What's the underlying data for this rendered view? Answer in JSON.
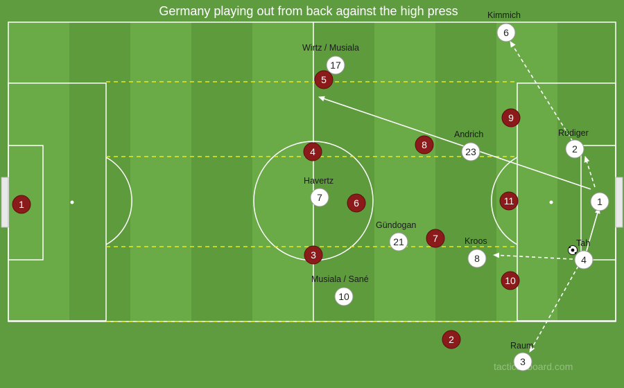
{
  "title": "Germany playing out from back against the high press",
  "watermark": "tactical-board.com",
  "colors": {
    "home": "#ffffff",
    "away": "#8b1a1a",
    "pitch_light": "#6aab45",
    "pitch_dark": "#5a9a3a",
    "zone_line": "#f0f020"
  },
  "home_players": [
    {
      "number": "1",
      "label": ""
    },
    {
      "number": "2",
      "label": "Rüdiger"
    },
    {
      "number": "3",
      "label": "Raum"
    },
    {
      "number": "4",
      "label": "Tah"
    },
    {
      "number": "6",
      "label": "Kimmich"
    },
    {
      "number": "8",
      "label": "Kroos"
    },
    {
      "number": "23",
      "label": "Andrich"
    },
    {
      "number": "21",
      "label": "Gündogan"
    },
    {
      "number": "7",
      "label": "Havertz"
    },
    {
      "number": "17",
      "label": "Wirtz / Musiala"
    },
    {
      "number": "10",
      "label": "Musiala / Sané"
    }
  ],
  "away_players": [
    {
      "number": "1"
    },
    {
      "number": "5"
    },
    {
      "number": "4"
    },
    {
      "number": "3"
    },
    {
      "number": "6"
    },
    {
      "number": "8"
    },
    {
      "number": "9"
    },
    {
      "number": "7"
    },
    {
      "number": "11"
    },
    {
      "number": "10"
    },
    {
      "number": "2"
    }
  ],
  "ball": {
    "icon": "football-icon",
    "holder": "4"
  }
}
